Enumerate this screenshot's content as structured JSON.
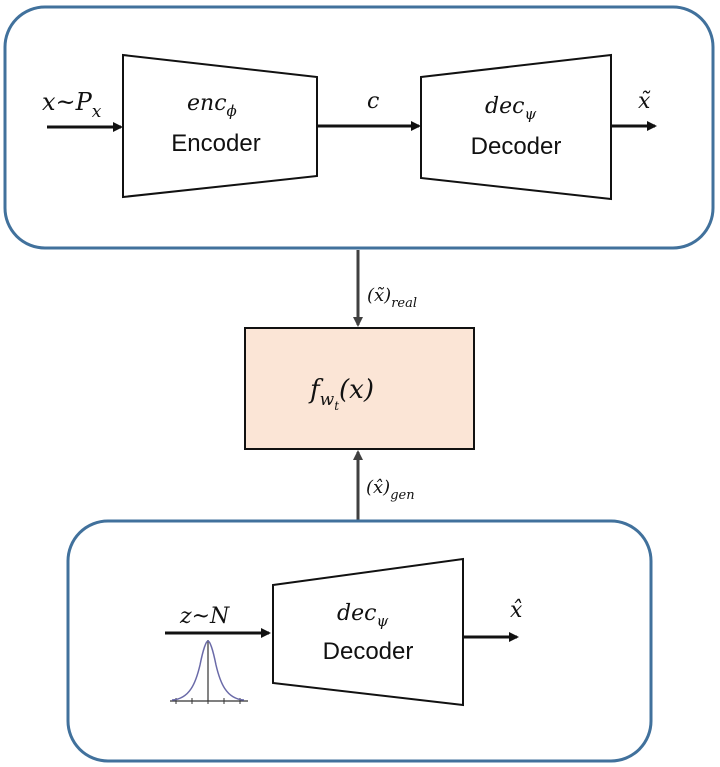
{
  "top_panel": {
    "input_label": "x~P",
    "input_sub": "x",
    "encoder": {
      "math": "enc",
      "math_sub": "ϕ",
      "label": "Encoder"
    },
    "latent_label": "c",
    "decoder": {
      "math": "dec",
      "math_sub": "ψ",
      "label": "Decoder"
    },
    "output_label": "x̃"
  },
  "critic": {
    "label_main": "f",
    "label_sub": "w",
    "label_subsub": "t",
    "label_arg": "(x)",
    "color": "#fbe5d6"
  },
  "real_arrow": {
    "label": "(x̃)",
    "sub": "real"
  },
  "gen_arrow": {
    "label": "(x̂)",
    "sub": "gen"
  },
  "bottom_panel": {
    "input_label": "z~N",
    "decoder": {
      "math": "dec",
      "math_sub": "ψ",
      "label": "Decoder"
    },
    "output_label": "x̂"
  },
  "colors": {
    "panel_border": "#41719c",
    "arrow": "#404040",
    "gaussian": "#6a6aa8"
  }
}
